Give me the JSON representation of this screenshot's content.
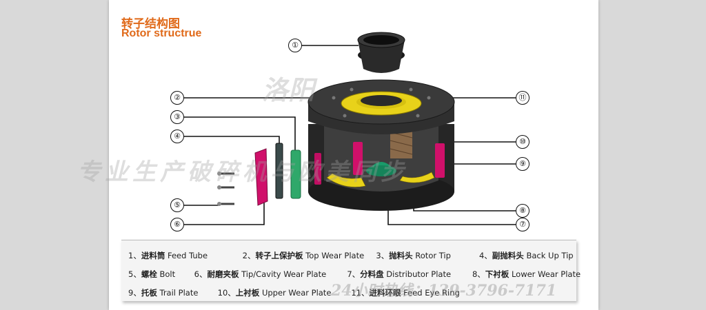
{
  "title": {
    "cn": "转子结构图",
    "en": "Rotor structrue"
  },
  "callouts": [
    "①",
    "②",
    "③",
    "④",
    "⑤",
    "⑥",
    "⑦",
    "⑧",
    "⑨",
    "⑩",
    "⑪"
  ],
  "legend": {
    "rows": [
      [
        {
          "num": "1、",
          "cn": "进料筒",
          "en": "Feed Tube"
        },
        {
          "num": "2、",
          "cn": "转子上保护板",
          "en": "Top Wear Plate"
        },
        {
          "num": "3、",
          "cn": "抛料头",
          "en": "Rotor Tip"
        },
        {
          "num": "4、",
          "cn": "副抛料头",
          "en": "Back Up Tip"
        }
      ],
      [
        {
          "num": "5、",
          "cn": "螺栓",
          "en": "Bolt"
        },
        {
          "num": "6、",
          "cn": "耐磨夹板",
          "en": "Tip/Cavity Wear Plate"
        },
        {
          "num": "7、",
          "cn": "分料盘",
          "en": "Distributor Plate"
        },
        {
          "num": "8、",
          "cn": "下衬板",
          "en": "Lower Wear Plate"
        }
      ],
      [
        {
          "num": "9、",
          "cn": "托板",
          "en": "Trail Plate"
        },
        {
          "num": "10、",
          "cn": "上衬板",
          "en": "Upper Wear Plate"
        },
        {
          "num": "11、",
          "cn": "进料环眼",
          "en": "Feed Eye Ring"
        }
      ]
    ]
  },
  "watermarks": {
    "top": "洛阳",
    "middle": "专业生产破碎机与欧美同步",
    "phone": "24小时热线：139-3796-7171"
  },
  "colors": {
    "accent": "#e06a1a",
    "rotor_body": "#2d2d2d",
    "yellow_plate": "#e8d21a",
    "magenta_tip": "#d0106a",
    "green_part": "#2fa86a",
    "distributor": "#1a9a6a"
  }
}
